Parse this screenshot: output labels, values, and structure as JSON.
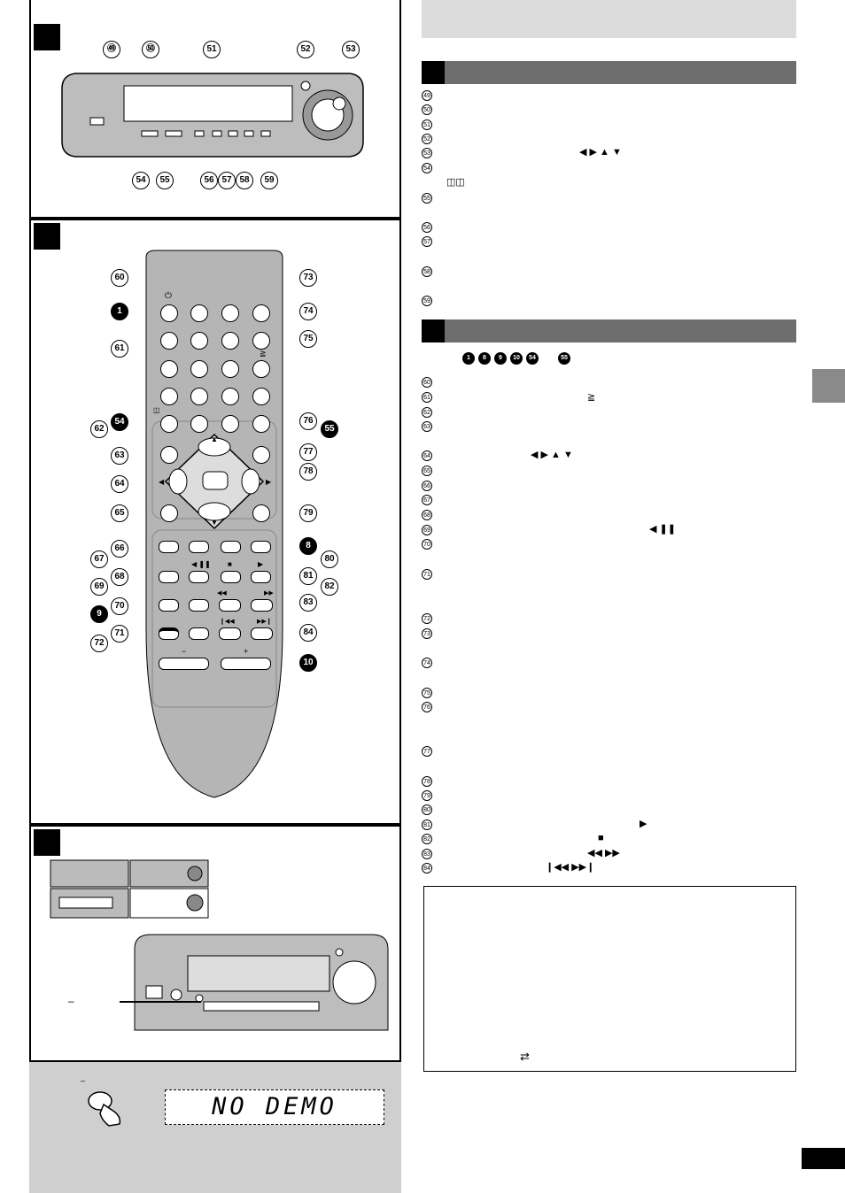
{
  "left": {
    "unit_callouts_top": [
      "㊾",
      "㊿",
      "51",
      "52",
      "53"
    ],
    "unit_callouts_bottom": [
      "54",
      "55",
      "56",
      "57",
      "58",
      "59"
    ],
    "remote_callouts_left": [
      "60",
      "1",
      "61",
      "54",
      "62",
      "63",
      "64",
      "65",
      "66",
      "67",
      "68",
      "69",
      "9",
      "70",
      "71",
      "72"
    ],
    "remote_callouts_right": [
      "73",
      "74",
      "75",
      "76",
      "55",
      "77",
      "78",
      "79",
      "8",
      "80",
      "81",
      "82",
      "83",
      "84",
      "10"
    ],
    "remote_symbols": {
      "power": "⏻",
      "ge": "≧",
      "dolby": "◫",
      "up": "▲",
      "down": "▼",
      "left": "◀",
      "right": "▶",
      "pause_back": "◀ ❚❚",
      "stop": "■",
      "play": "▶",
      "rew": "◀◀",
      "ff": "▶▶",
      "skip_back": "❙◀◀",
      "skip_fwd": "▶▶❙",
      "minus": "−",
      "plus": "+"
    },
    "dash_label": "–",
    "demo_minus": "–",
    "demo_text": "NO DEMO"
  },
  "right": {
    "section1_items": [
      "49",
      "50",
      "51",
      "52",
      "53",
      "54",
      "55",
      "56",
      "57",
      "58",
      "59"
    ],
    "section1_symbols": {
      "arrows": "◀  ▶  ▲  ▼",
      "dolby": "◫◫"
    },
    "section2_ref_prefix": [
      "1",
      "8",
      "9",
      "10",
      "54"
    ],
    "section2_ref_suffix": "55",
    "section2_items": [
      "60",
      "61",
      "62",
      "63",
      "64",
      "65",
      "66",
      "67",
      "68",
      "69",
      "70",
      "71",
      "72",
      "73",
      "74",
      "75",
      "76",
      "77",
      "78",
      "79",
      "80",
      "81",
      "82",
      "83",
      "84"
    ],
    "section2_symbols": {
      "ge": "≧",
      "arrows": "◀  ▶  ▲  ▼",
      "pause_back": "◀ ❚❚",
      "play": "▶",
      "stop": "■",
      "rew_ff": "◀◀  ▶▶",
      "skip": "❙◀◀  ▶▶❙"
    },
    "note_arrows": "⇄"
  },
  "colors": {
    "panel_grey": "#cfcfcf",
    "header_grey": "#6e6e6e",
    "remote_grey": "#b5b5b5"
  }
}
